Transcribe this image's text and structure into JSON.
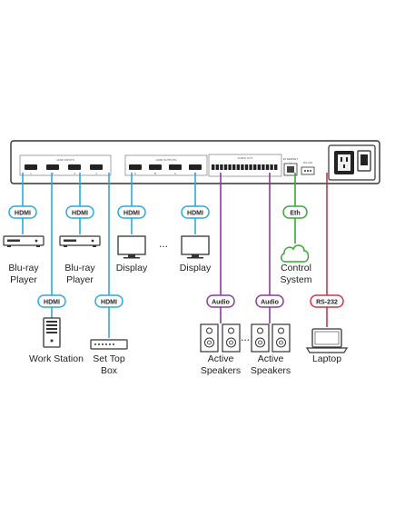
{
  "colors": {
    "hdmi": "#2aa9e0",
    "audio": "#8a3a9c",
    "ethernet": "#3aa63a",
    "rs232": "#d4314a",
    "device_outline": "#333333"
  },
  "device": {
    "hdmi_inputs_label": "HDMI INPUTS",
    "hdmi_outputs_label": "HDMI OUTPUTS",
    "audio_out_label": "AUDIO OUT",
    "ethernet_label": "ETHERNET",
    "rs232_label": "RS-232",
    "input_numbers": [
      "1",
      "2",
      "3",
      "4"
    ],
    "output_letters": [
      "A",
      "B",
      "C",
      "D"
    ]
  },
  "connections": {
    "hdmi_tag": "HDMI",
    "audio_tag": "Audio",
    "eth_tag": "Eth",
    "rs232_tag": "RS-232"
  },
  "sources": {
    "bluray1": [
      "Blu-ray",
      "Player"
    ],
    "bluray2": [
      "Blu-ray",
      "Player"
    ],
    "workstation": [
      "Work Station"
    ],
    "settopbox": [
      "Set Top",
      "Box"
    ]
  },
  "outputs": {
    "display1": "Display",
    "display2": "Display",
    "ellipsis": "...",
    "speakers1": [
      "Active",
      "Speakers"
    ],
    "speakers2": [
      "Active",
      "Speakers"
    ],
    "speaker_ellipsis": "...",
    "control": [
      "Control",
      "System"
    ],
    "laptop": "Laptop"
  }
}
